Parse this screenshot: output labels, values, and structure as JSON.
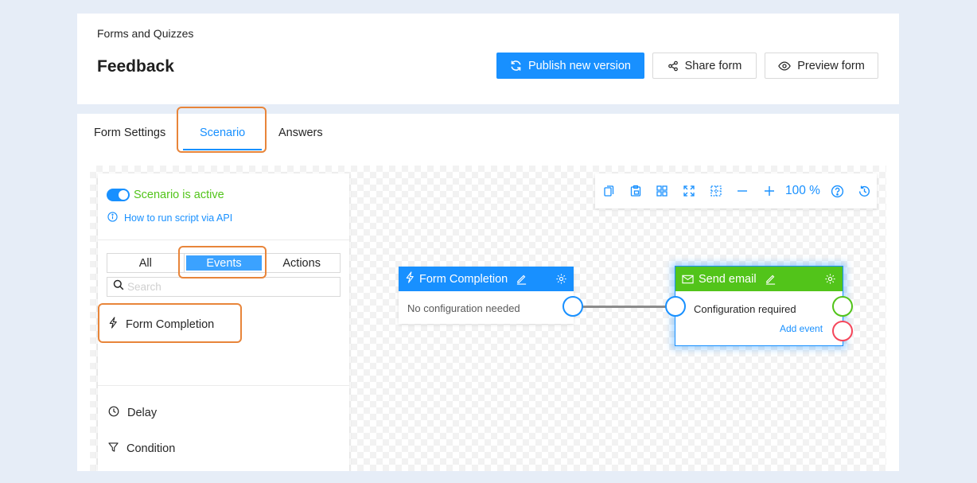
{
  "header": {
    "breadcrumb": "Forms and Quizzes",
    "title": "Feedback",
    "publish_label": "Publish new version",
    "share_label": "Share form",
    "preview_label": "Preview form"
  },
  "tabs": [
    {
      "label": "Form Settings",
      "active": false
    },
    {
      "label": "Scenario",
      "active": true
    },
    {
      "label": "Answers",
      "active": false
    }
  ],
  "panel": {
    "status": "Scenario is active",
    "api_link": "How to run script via API",
    "segments": [
      "All",
      "Events",
      "Actions"
    ],
    "active_segment": "Events",
    "search_placeholder": "Search",
    "items": [
      {
        "label": "Form Completion",
        "icon": "lightning-icon"
      },
      {
        "label": "Delay",
        "icon": "clock-icon"
      },
      {
        "label": "Condition",
        "icon": "filter-icon"
      }
    ]
  },
  "toolbar": {
    "zoom": "100 %",
    "icons": [
      "copy-icon",
      "paste-icon",
      "grid-icon",
      "fit-screen-icon",
      "select-area-icon",
      "zoom-out-icon",
      "zoom-in-icon",
      "help-icon",
      "history-icon"
    ]
  },
  "nodes": {
    "trigger": {
      "title": "Form Completion",
      "body": "No configuration needed"
    },
    "action": {
      "title": "Send email",
      "body": "Configuration required",
      "link": "Add event"
    }
  },
  "colors": {
    "primary": "#1890ff",
    "success": "#52c41a",
    "danger": "#f5465a",
    "highlight": "#e8853a",
    "page_bg": "#e6edf7"
  }
}
